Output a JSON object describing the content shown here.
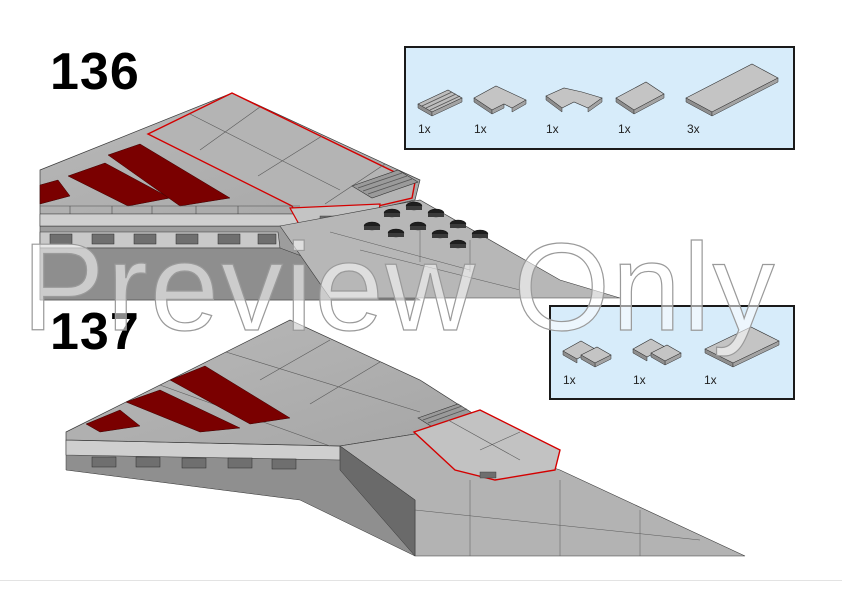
{
  "steps": [
    {
      "number": "136",
      "parts": [
        {
          "qty": "1x",
          "part": "grille-tile-2x2"
        },
        {
          "qty": "1x",
          "part": "corner-tile-2x2"
        },
        {
          "qty": "1x",
          "part": "angled-tile"
        },
        {
          "qty": "1x",
          "part": "tile-2x2"
        },
        {
          "qty": "3x",
          "part": "tile-2x4"
        }
      ]
    },
    {
      "number": "137",
      "parts": [
        {
          "qty": "1x",
          "part": "corner-tile-pair"
        },
        {
          "qty": "1x",
          "part": "corner-tile-pair"
        },
        {
          "qty": "1x",
          "part": "tile-2x3"
        }
      ]
    }
  ],
  "watermark": "Preview Only",
  "colors": {
    "parts_box_bg": "#d7ecfa",
    "brick_gray": "#a3a3a3",
    "dark_red": "#7a0000",
    "highlight_outline": "#d40000",
    "dark_stud": "#1e1e1e"
  }
}
